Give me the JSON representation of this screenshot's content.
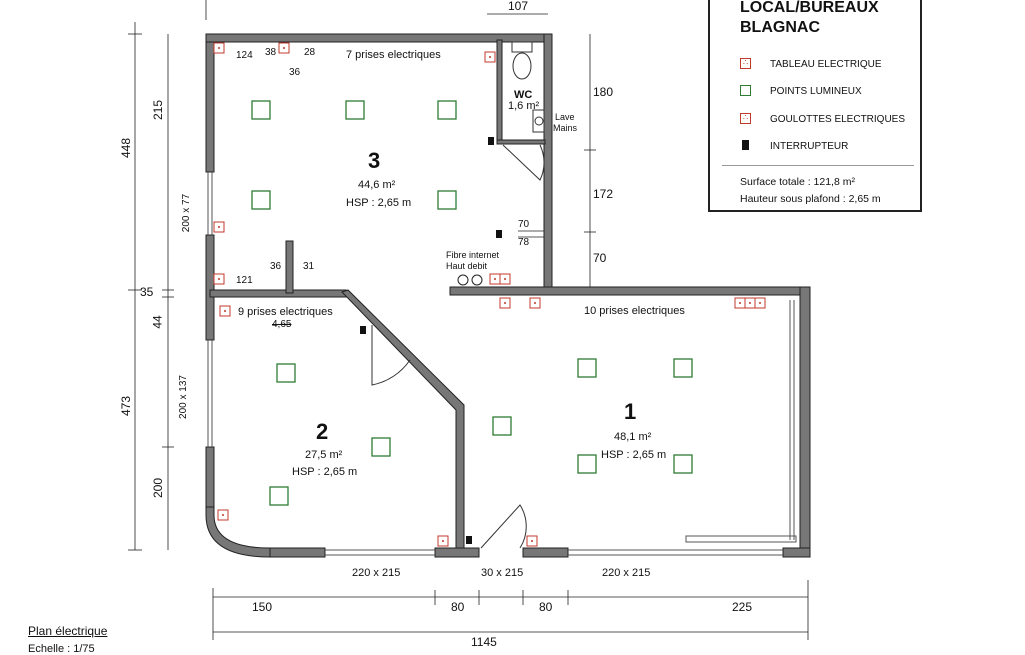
{
  "legend": {
    "title_line1": "LOCAL/BUREAUX",
    "title_line2": "BLAGNAC",
    "items": [
      {
        "label": "TABLEAU ELECTRIQUE",
        "icon": "electrical-panel-icon"
      },
      {
        "label": "POINTS LUMINEUX",
        "icon": "light-point-icon"
      },
      {
        "label": "GOULOTTES ELECTRIQUES",
        "icon": "cable-trunking-icon"
      },
      {
        "label": "INTERRUPTEUR",
        "icon": "switch-icon"
      }
    ],
    "surface": "Surface totale : 121,8 m²",
    "ceiling": "Hauteur sous plafond : 2,65 m"
  },
  "rooms": {
    "r1": {
      "number": "1",
      "area": "48,1 m²",
      "hsp": "HSP : 2,65 m",
      "outlets": "10 prises electriques"
    },
    "r2": {
      "number": "2",
      "area": "27,5 m²",
      "hsp": "HSP : 2,65 m",
      "outlets": "9 prises electriques",
      "extra": "4,65"
    },
    "r3": {
      "number": "3",
      "area": "44,6 m²",
      "hsp": "HSP : 2,65 m",
      "outlets": "7 prises electriques"
    },
    "wc": {
      "name": "WC",
      "area": "1,6 m²",
      "sink_line1": "Lave",
      "sink_line2": "Mains"
    }
  },
  "fibre": {
    "line1": "Fibre internet",
    "line2": "Haut debit"
  },
  "dims": {
    "top_107": "107",
    "left_448": "448",
    "left_215": "215",
    "left_35": "35",
    "left_44": "44",
    "left_473": "473",
    "left_200": "200",
    "win_200x77": "200 x 77",
    "win_200x137": "200 x 137",
    "right_180": "180",
    "right_172": "172",
    "right_70": "70",
    "d124": "124",
    "d38": "38",
    "d28": "28",
    "d36a": "36",
    "d36b": "36",
    "d31": "31",
    "d121": "121",
    "d70": "70",
    "d78": "78",
    "win_bottom_left": "220 x 215",
    "door_bottom": "30 x 215",
    "win_bottom_right": "220 x 215",
    "b150": "150",
    "b80a": "80",
    "b80b": "80",
    "b225": "225",
    "total_1145": "1145"
  },
  "footer": {
    "title": "Plan électrique",
    "scale": "Echelle : 1/75"
  },
  "colors": {
    "wall": "#666666",
    "light": "#2e7d32",
    "electric": "#c0392b"
  }
}
